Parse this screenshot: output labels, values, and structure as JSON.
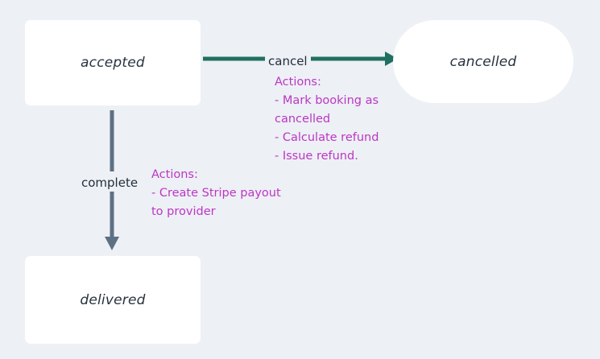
{
  "diagram": {
    "type": "state-machine",
    "background_color": "#edf0f5",
    "nodes": [
      {
        "id": "accepted",
        "label": "accepted",
        "shape": "rectangle",
        "fill": "#ffffff",
        "text_color": "#27323f"
      },
      {
        "id": "delivered",
        "label": "delivered",
        "shape": "rectangle",
        "fill": "#ffffff",
        "text_color": "#27323f"
      },
      {
        "id": "cancelled",
        "label": "cancelled",
        "shape": "pill",
        "fill": "#ffffff",
        "text_color": "#27323f"
      }
    ],
    "edges": [
      {
        "id": "accepted-to-cancelled",
        "from": "accepted",
        "to": "cancelled",
        "label": "cancel",
        "color": "#1f7060",
        "direction": "right"
      },
      {
        "id": "accepted-to-delivered",
        "from": "accepted",
        "to": "delivered",
        "label": "complete",
        "color": "#5e7084",
        "direction": "down"
      }
    ],
    "annotations": [
      {
        "id": "cancel-actions",
        "color": "#bb37c4",
        "lines": [
          "Actions:",
          "- Mark booking as",
          "cancelled",
          "- Calculate refund",
          "- Issue refund."
        ]
      },
      {
        "id": "complete-actions",
        "color": "#bb37c4",
        "lines": [
          "Actions:",
          "- Create Stripe payout",
          "to provider"
        ]
      }
    ]
  }
}
